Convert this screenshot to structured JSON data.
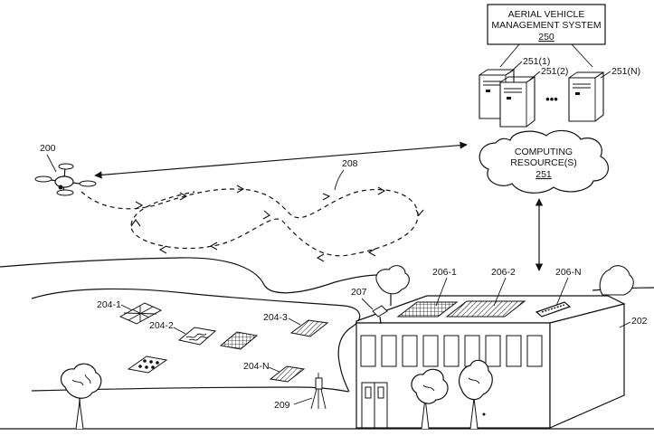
{
  "system": {
    "title_line1": "AERIAL VEHICLE",
    "title_line2": "MANAGEMENT SYSTEM",
    "ref": "250"
  },
  "servers": {
    "s1": "251(1)",
    "s2": "251(2)",
    "sn": "251(N)",
    "ellipsis": "•••"
  },
  "cloud": {
    "line1": "COMPUTING",
    "line2": "RESOURCE(S)",
    "ref": "251"
  },
  "labels": {
    "uav": "200",
    "route": "208",
    "building": "202",
    "sensor_mast": "207",
    "tripod": "209",
    "ground_1": "204-1",
    "ground_2": "204-2",
    "ground_3": "204-3",
    "ground_n": "204-N",
    "roof_1": "206-1",
    "roof_2": "206-2",
    "roof_n": "206-N"
  }
}
